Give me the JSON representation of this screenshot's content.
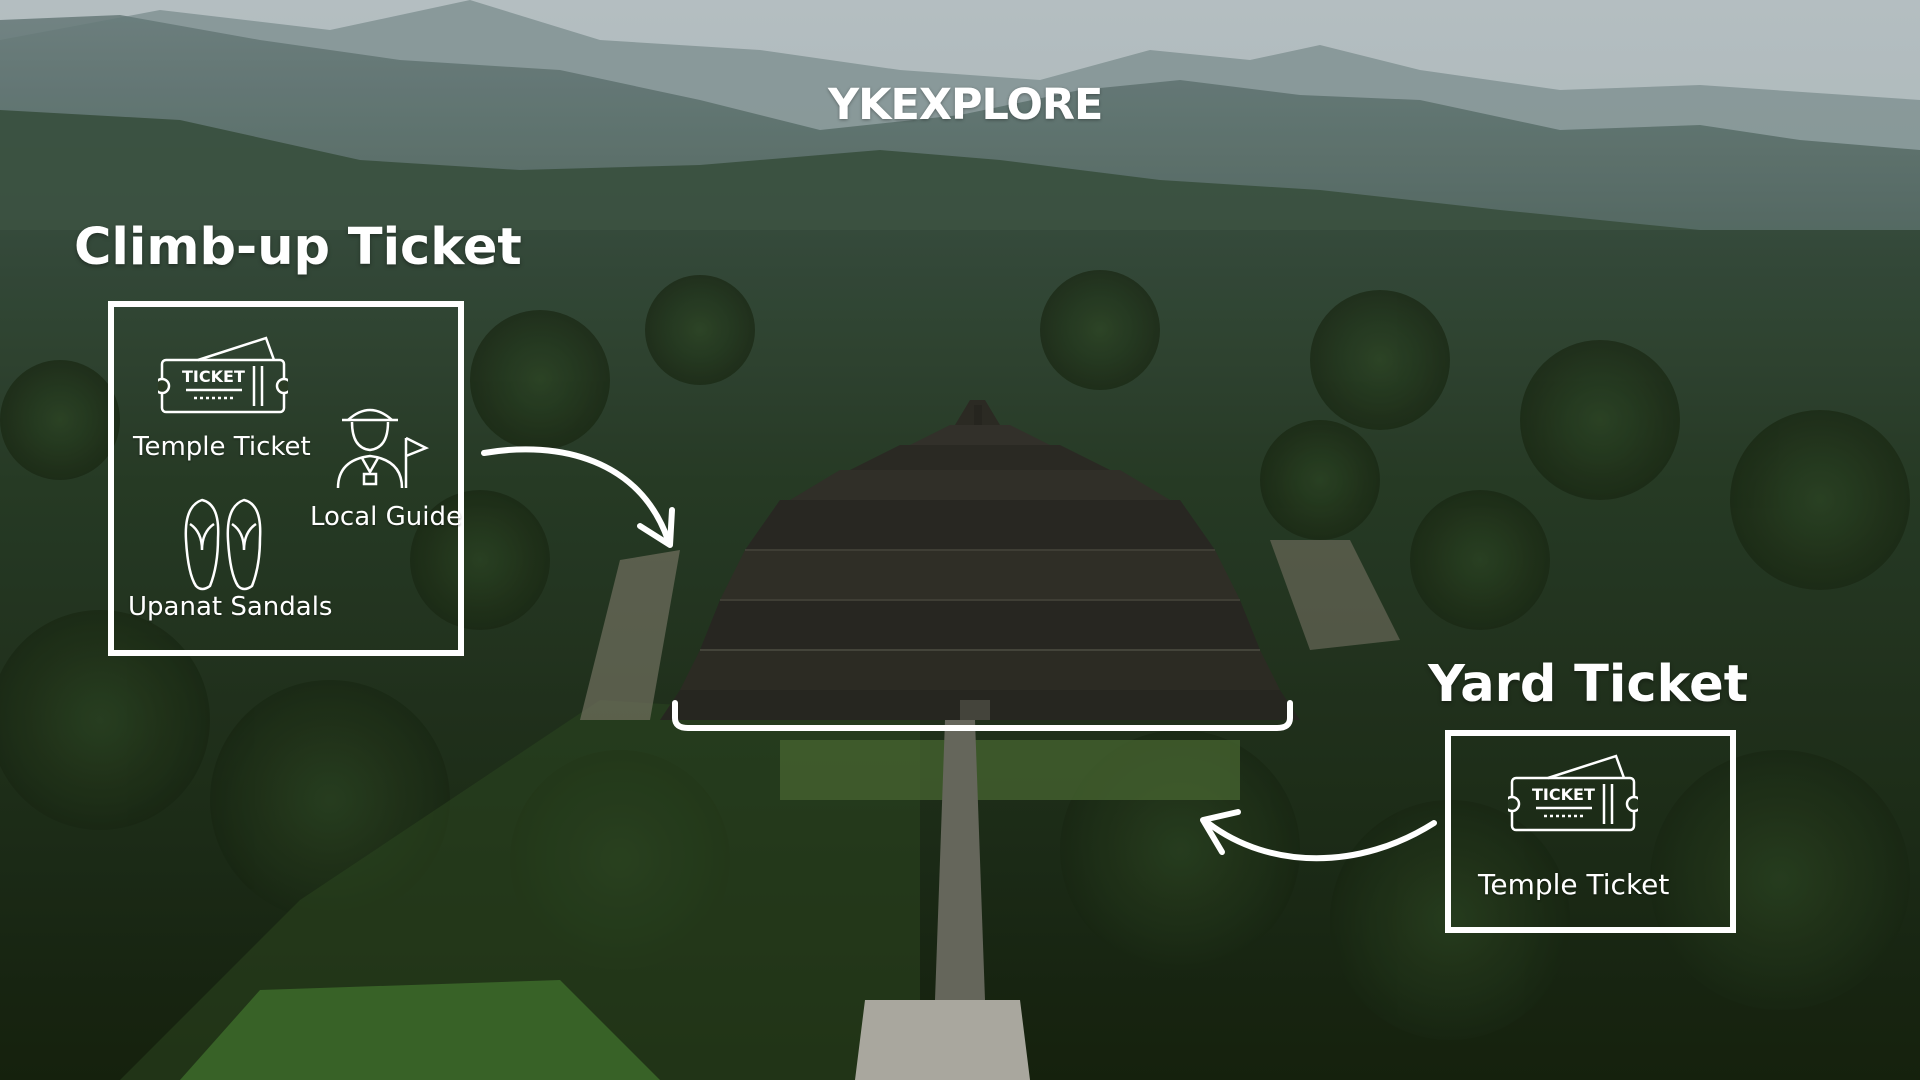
{
  "brand": {
    "logo_text": "YKEXPLORE"
  },
  "climb_up": {
    "heading": "Climb-up Ticket",
    "items": [
      {
        "label": "Temple Ticket",
        "icon": "ticket-icon"
      },
      {
        "label": "Local Guide",
        "icon": "guide-icon"
      },
      {
        "label": "Upanat Sandals",
        "icon": "sandals-icon"
      }
    ]
  },
  "yard": {
    "heading": "Yard Ticket",
    "items": [
      {
        "label": "Temple Ticket",
        "icon": "ticket-icon"
      }
    ]
  },
  "colors": {
    "overlay_white": "#ffffff",
    "forest": "#22341f",
    "sky": "#c8d3d6"
  }
}
